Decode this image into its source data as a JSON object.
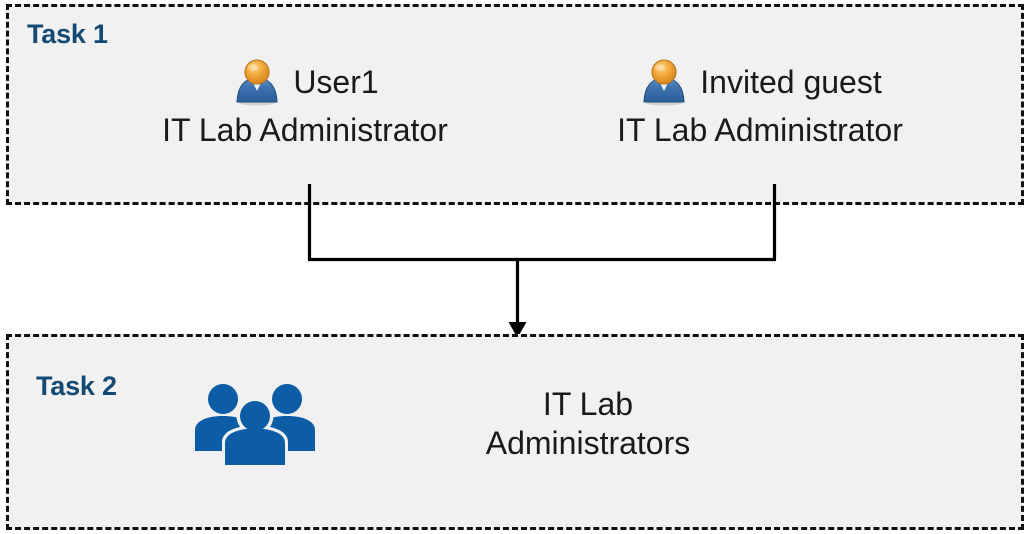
{
  "diagram": {
    "title_color": "#134A74",
    "box_fill": "#f1f1f1",
    "box_border_color": "#111111",
    "group_icon_color": "#0C5DA5",
    "connector_color": "#000000"
  },
  "task1": {
    "label": "Task 1",
    "members": [
      {
        "icon": "single-user-icon",
        "name": "User1",
        "role": "IT Lab Administrator"
      },
      {
        "icon": "single-user-icon",
        "name": "Invited guest",
        "role": "IT Lab Administrator"
      }
    ]
  },
  "task2": {
    "label": "Task 2",
    "group": {
      "icon": "user-group-icon",
      "line1": "IT Lab",
      "line2": "Administrators",
      "full_label": "IT Lab Administrators"
    }
  },
  "connector": {
    "type": "merge-arrow",
    "from": [
      "User1",
      "Invited guest"
    ],
    "to": "IT Lab Administrators",
    "arrow_direction": "down"
  }
}
